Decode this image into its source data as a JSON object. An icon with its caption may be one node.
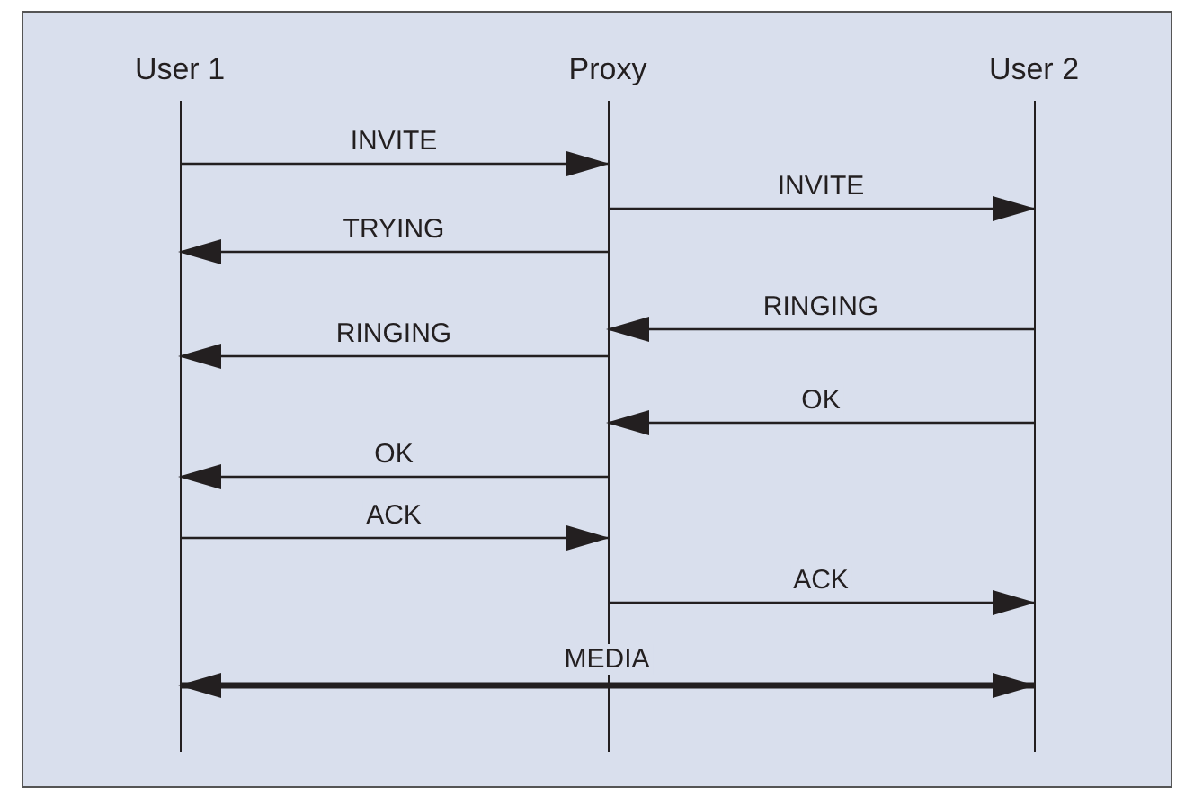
{
  "diagram": {
    "nodes": [
      {
        "text": [
          "User 1"
        ]
      },
      {
        "text": [
          "Proxy"
        ]
      },
      {
        "text": [
          "User 2"
        ]
      }
    ],
    "edges": [
      {
        "from": 0,
        "to": 1,
        "arrow": "to",
        "label": "INVITE"
      },
      {
        "from": 1,
        "to": 2,
        "arrow": "to",
        "label": "INVITE"
      },
      {
        "from": 1,
        "to": 0,
        "arrow": "to",
        "label": "TRYING"
      },
      {
        "from": 2,
        "to": 1,
        "arrow": "to",
        "label": "RINGING"
      },
      {
        "from": 1,
        "to": 0,
        "arrow": "to",
        "label": "RINGING"
      },
      {
        "from": 2,
        "to": 1,
        "arrow": "to",
        "label": "OK"
      },
      {
        "from": 1,
        "to": 0,
        "arrow": "to",
        "label": "OK"
      },
      {
        "from": 0,
        "to": 1,
        "arrow": "to",
        "label": "ACK"
      },
      {
        "from": 1,
        "to": 2,
        "arrow": "to",
        "label": "ACK"
      },
      {
        "from": 0,
        "to": 2,
        "arrow": "both",
        "label": "MEDIA",
        "style": "thick"
      }
    ]
  }
}
